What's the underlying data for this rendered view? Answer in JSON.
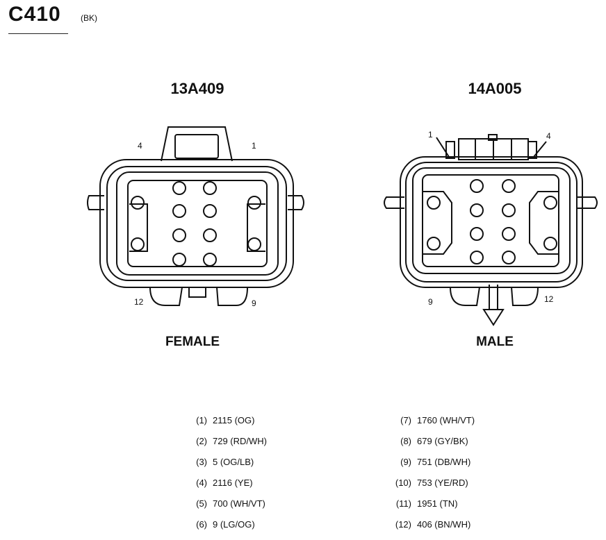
{
  "header": {
    "id": "C410",
    "color": "(BK)"
  },
  "female": {
    "part_number": "13A409",
    "gender": "FEMALE",
    "pin_labels": {
      "top_left": "4",
      "top_right": "1",
      "bottom_left": "12",
      "bottom_right": "9"
    }
  },
  "male": {
    "part_number": "14A005",
    "gender": "MALE",
    "pin_labels": {
      "top_left": "1",
      "top_right": "4",
      "bottom_left": "9",
      "bottom_right": "12"
    }
  },
  "pinout": {
    "left": [
      {
        "num": "(1)",
        "desc": "2115 (OG)"
      },
      {
        "num": "(2)",
        "desc": "729 (RD/WH)"
      },
      {
        "num": "(3)",
        "desc": "5 (OG/LB)"
      },
      {
        "num": "(4)",
        "desc": "2116 (YE)"
      },
      {
        "num": "(5)",
        "desc": "700 (WH/VT)"
      },
      {
        "num": "(6)",
        "desc": "9 (LG/OG)"
      }
    ],
    "right": [
      {
        "num": "(7)",
        "desc": "1760 (WH/VT)"
      },
      {
        "num": "(8)",
        "desc": "679 (GY/BK)"
      },
      {
        "num": "(9)",
        "desc": "751 (DB/WH)"
      },
      {
        "num": "(10)",
        "desc": "753 (YE/RD)"
      },
      {
        "num": "(11)",
        "desc": "1951 (TN)"
      },
      {
        "num": "(12)",
        "desc": "406 (BN/WH)"
      }
    ]
  }
}
